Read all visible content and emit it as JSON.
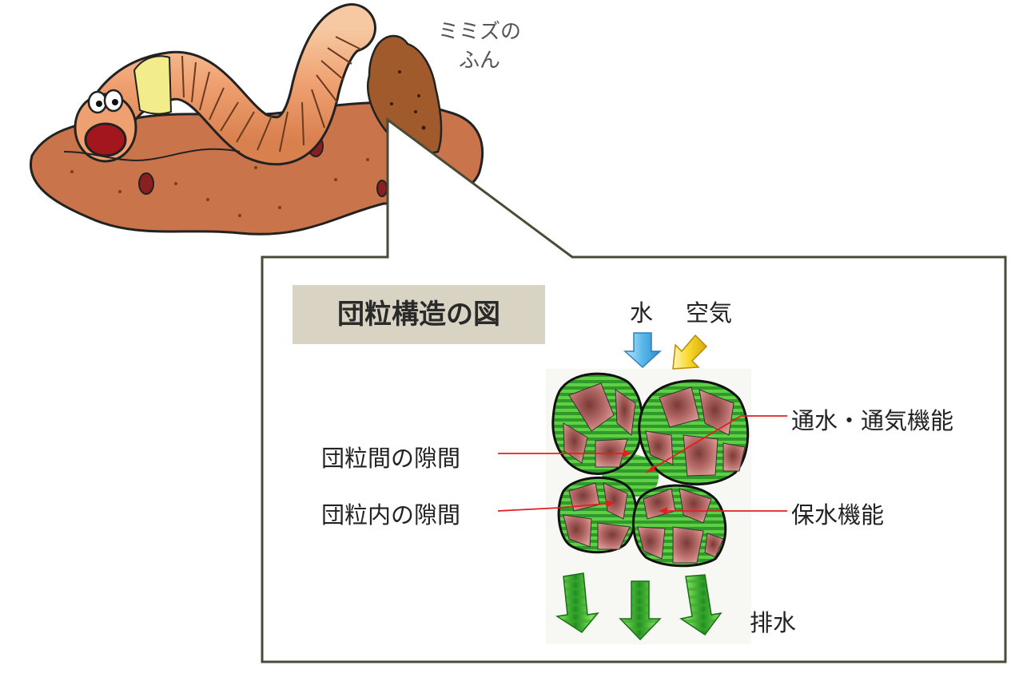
{
  "dropping_label": {
    "line1": "ミミズの",
    "line2": "ふん"
  },
  "title": "団粒構造の図",
  "inputs": {
    "water": "水",
    "air": "空気"
  },
  "labels": {
    "flow_function": "通水・通気機能",
    "between_aggregates": "団粒間の隙間",
    "within_aggregates": "団粒内の隙間",
    "water_retention": "保水機能",
    "drainage": "排水"
  },
  "colors": {
    "soil": "#c9744a",
    "worm": "#efa070",
    "worm_band": "#f2ec8a",
    "aggregate": "#b86d6b",
    "pore": "#4fc23a",
    "leader": "#e02020",
    "water_arrow": "#59b8ea",
    "air_arrow": "#f6d628",
    "callout_border": "#4a4a38",
    "title_bg": "#d8d3c2"
  }
}
